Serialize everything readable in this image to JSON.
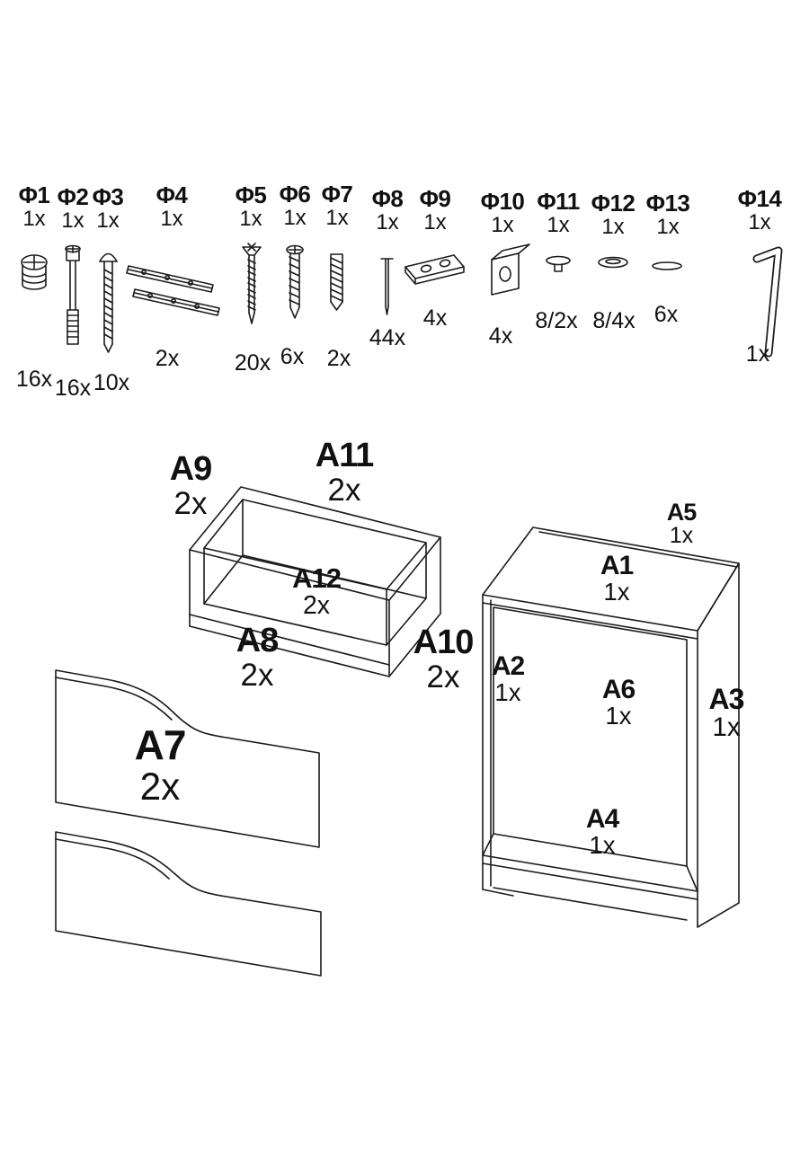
{
  "colors": {
    "line": "#1b1b1b",
    "background": "#ffffff"
  },
  "hardware": {
    "items": [
      {
        "id": "Φ1",
        "per": "1x",
        "qty": "16x",
        "icon": "cam-lock-icon"
      },
      {
        "id": "Φ2",
        "per": "1x",
        "qty": "16x",
        "icon": "cam-bolt-icon"
      },
      {
        "id": "Φ3",
        "per": "1x",
        "qty": "10x",
        "icon": "long-screw-icon"
      },
      {
        "id": "Φ4",
        "per": "1x",
        "qty": "2x",
        "icon": "drawer-slide-icon"
      },
      {
        "id": "Φ5",
        "per": "1x",
        "qty": "20x",
        "icon": "wood-screw-icon"
      },
      {
        "id": "Φ6",
        "per": "1x",
        "qty": "6x",
        "icon": "pan-head-screw-icon"
      },
      {
        "id": "Φ7",
        "per": "1x",
        "qty": "2x",
        "icon": "dowel-anchor-icon"
      },
      {
        "id": "Φ8",
        "per": "1x",
        "qty": "44x",
        "icon": "nail-icon"
      },
      {
        "id": "Φ9",
        "per": "1x",
        "qty": "4x",
        "icon": "flat-bracket-icon"
      },
      {
        "id": "Φ10",
        "per": "1x",
        "qty": "4x",
        "icon": "corner-bracket-icon"
      },
      {
        "id": "Φ11",
        "per": "1x",
        "qty": "8/2x",
        "icon": "cap-with-pin-icon"
      },
      {
        "id": "Φ12",
        "per": "1x",
        "qty": "8/4x",
        "icon": "cover-cap-icon"
      },
      {
        "id": "Φ13",
        "per": "1x",
        "qty": "6x",
        "icon": "flat-cap-icon"
      },
      {
        "id": "Φ14",
        "per": "1x",
        "qty": "1x",
        "icon": "allen-key-icon"
      }
    ]
  },
  "panels": [
    {
      "id": "A9",
      "qty": "2x"
    },
    {
      "id": "A11",
      "qty": "2x"
    },
    {
      "id": "A12",
      "qty": "2x"
    },
    {
      "id": "A8",
      "qty": "2x"
    },
    {
      "id": "A10",
      "qty": "2x"
    },
    {
      "id": "A7",
      "qty": "2x"
    },
    {
      "id": "A5",
      "qty": "1x"
    },
    {
      "id": "A1",
      "qty": "1x"
    },
    {
      "id": "A2",
      "qty": "1x"
    },
    {
      "id": "A6",
      "qty": "1x"
    },
    {
      "id": "A3",
      "qty": "1x"
    },
    {
      "id": "A4",
      "qty": "1x"
    }
  ]
}
